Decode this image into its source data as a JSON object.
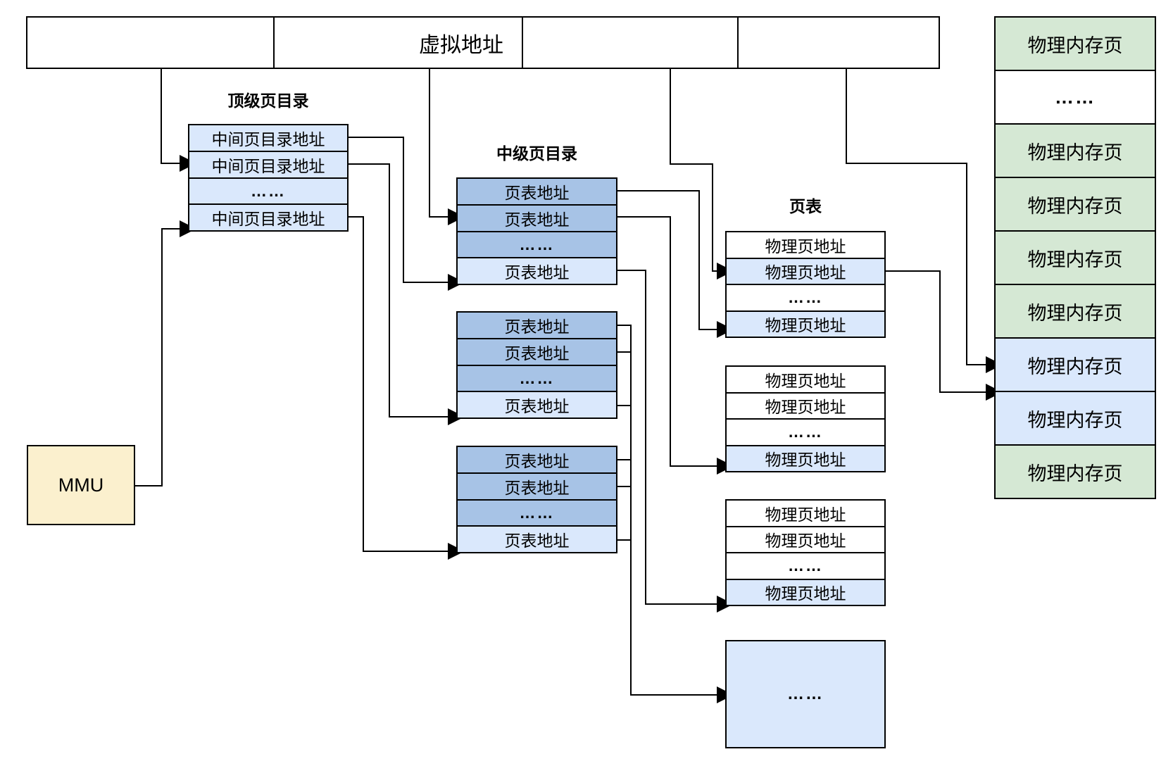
{
  "palette": {
    "border": "#000000",
    "light_blue": "#dae8fc",
    "dark_blue": "#a7c3e6",
    "green": "#d5e8d4",
    "yellow": "#fbf0ce",
    "white": "#ffffff"
  },
  "virtual_address_bar": {
    "label": "虚拟地址",
    "segment_count": 4
  },
  "mmu": {
    "label": "MMU"
  },
  "top_directory": {
    "title": "顶级页目录",
    "rows": [
      "中间页目录地址",
      "中间页目录地址",
      "……",
      "中间页目录地址"
    ]
  },
  "mid_directory": {
    "title": "中级页目录",
    "tables": [
      {
        "rows": [
          "页表地址",
          "页表地址",
          "……",
          "页表地址"
        ]
      },
      {
        "rows": [
          "页表地址",
          "页表地址",
          "……",
          "页表地址"
        ]
      },
      {
        "rows": [
          "页表地址",
          "页表地址",
          "……",
          "页表地址"
        ]
      }
    ]
  },
  "page_table": {
    "title": "页表",
    "tables": [
      {
        "rows": [
          "物理页地址",
          "物理页地址",
          "……",
          "物理页地址"
        ]
      },
      {
        "rows": [
          "物理页地址",
          "物理页地址",
          "……",
          "物理页地址"
        ]
      },
      {
        "rows": [
          "物理页地址",
          "物理页地址",
          "……",
          "物理页地址"
        ]
      }
    ]
  },
  "ellipsis_box": {
    "label": "……"
  },
  "physical_memory": {
    "cells": [
      "物理内存页",
      "……",
      "物理内存页",
      "物理内存页",
      "物理内存页",
      "物理内存页",
      "物理内存页",
      "物理内存页",
      "物理内存页"
    ]
  }
}
